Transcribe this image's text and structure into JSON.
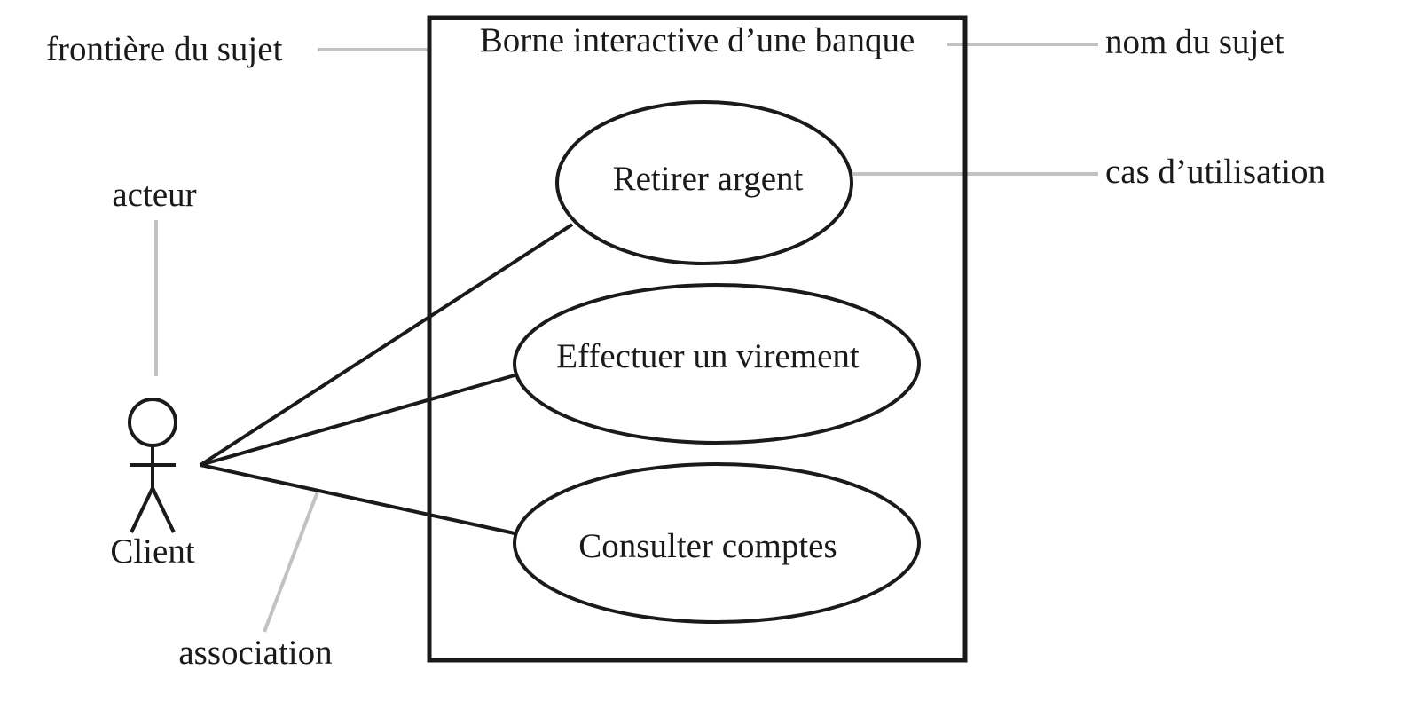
{
  "subject": {
    "name": "Borne interactive d’une banque"
  },
  "actor": {
    "name": "Client"
  },
  "use_cases": [
    {
      "label": "Retirer argent"
    },
    {
      "label": "Effectuer un virement"
    },
    {
      "label": "Consulter comptes"
    }
  ],
  "annotations": {
    "boundary": "frontière du sujet",
    "subject_name": "nom du sujet",
    "use_case": "cas d’utilisation",
    "actor": "acteur",
    "association": "association"
  },
  "colors": {
    "ink": "#1a1a1a",
    "leader_line": "#c0c2c6"
  }
}
